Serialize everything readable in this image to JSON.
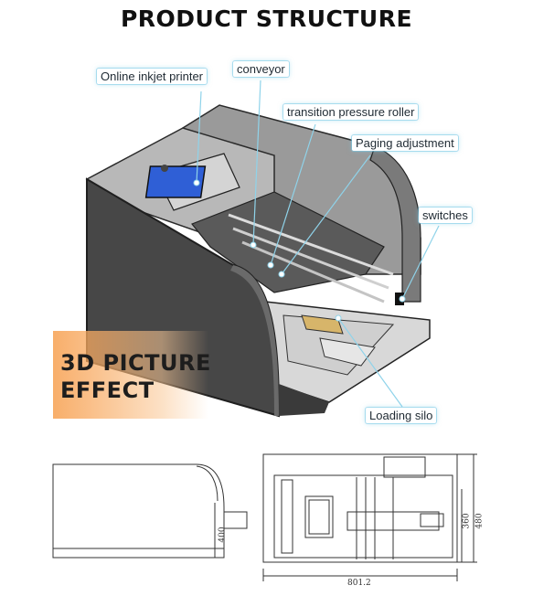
{
  "title": "PRODUCT STRUCTURE",
  "labels": {
    "online_inkjet_printer": "Online inkjet printer",
    "conveyor": "conveyor",
    "transition_pressure_roller": "transition pressure roller",
    "paging_adjustment": "Paging adjustment",
    "switches": "switches",
    "loading_silo": "Loading silo"
  },
  "effect": {
    "line1": "3D PICTURE",
    "line2": "EFFECT"
  },
  "dimensions": {
    "height_side": "400",
    "width_front": "801.2",
    "height_a": "360",
    "height_b": "480"
  },
  "colors": {
    "machine_body": "#4a4a4a",
    "machine_top": "#8c8c8c",
    "accent_line": "#8fd3ea",
    "screen": "#2f5fd6",
    "effect_orange": "#f5a05a"
  }
}
